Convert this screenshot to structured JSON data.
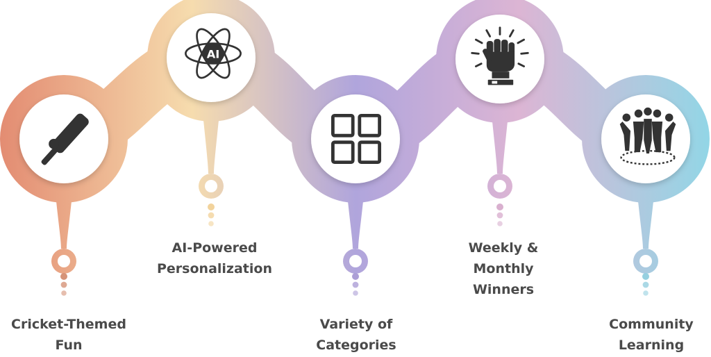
{
  "features": [
    {
      "id": "cricket",
      "icon": "cricket-bat-icon",
      "lines": [
        "Cricket-Themed",
        "Fun"
      ],
      "color": "#e7967d"
    },
    {
      "id": "ai",
      "icon": "ai-atom-icon",
      "lines": [
        "AI-Powered",
        "Personalization"
      ],
      "color": "#f4d79c"
    },
    {
      "id": "variety",
      "icon": "category-grid-icon",
      "lines": [
        "Variety of",
        "Categories"
      ],
      "color": "#b3a3db"
    },
    {
      "id": "winners",
      "icon": "raised-fist-icon",
      "lines": [
        "Weekly &",
        "Monthly",
        "Winners"
      ],
      "color": "#dcb1d2"
    },
    {
      "id": "community",
      "icon": "community-group-icon",
      "lines": [
        "Community",
        "Learning"
      ],
      "color": "#9bd4e4"
    }
  ]
}
